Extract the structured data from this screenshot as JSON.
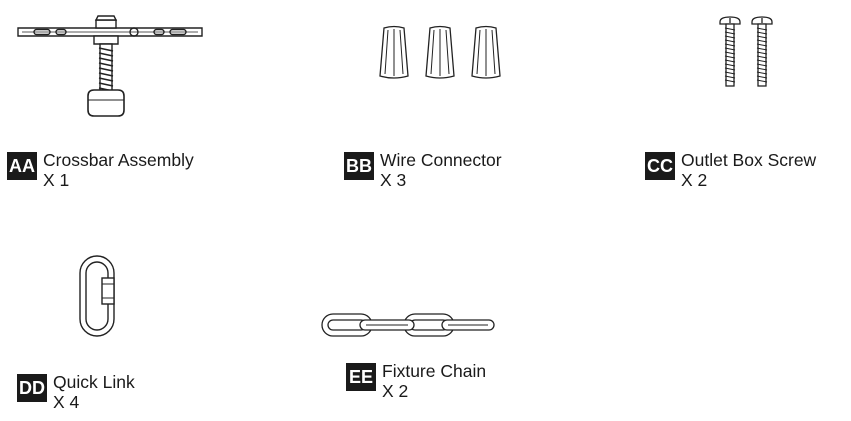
{
  "parts": [
    {
      "code": "AA",
      "name": "Crossbar Assembly",
      "qty": "X 1",
      "icon": "crossbar-assembly-icon"
    },
    {
      "code": "BB",
      "name": "Wire Connector",
      "qty": "X 3",
      "icon": "wire-connector-icon"
    },
    {
      "code": "CC",
      "name": "Outlet Box Screw",
      "qty": "X 2",
      "icon": "outlet-box-screw-icon"
    },
    {
      "code": "DD",
      "name": "Quick Link",
      "qty": "X 4",
      "icon": "quick-link-icon"
    },
    {
      "code": "EE",
      "name": "Fixture Chain",
      "qty": "X 2",
      "icon": "fixture-chain-icon"
    }
  ]
}
